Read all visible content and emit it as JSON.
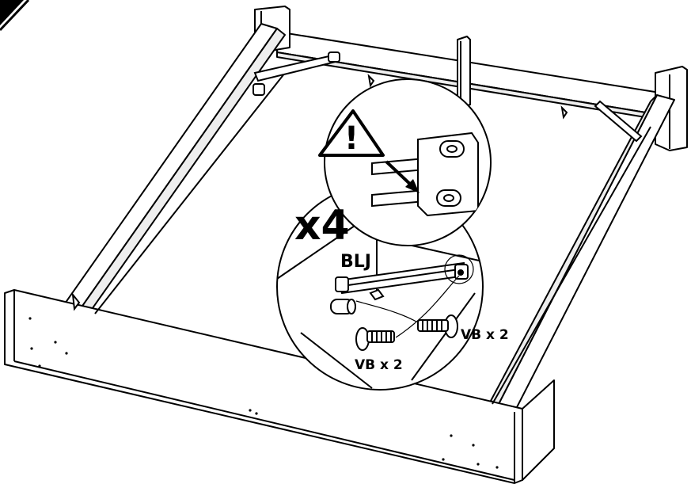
{
  "diagram": {
    "multiplier_label": "x4",
    "part_label": "BLJ",
    "screw_label_left": "VB  x 2",
    "screw_label_right": "VB  x 2",
    "warning_symbol": "!",
    "icons": [
      "warning-triangle-icon",
      "step-corner-marker-icon",
      "screw-icon",
      "bracket-icon",
      "cam-dowel-icon"
    ],
    "colors": {
      "line": "#000000",
      "paper": "#ffffff",
      "shade": "#d9d9d9"
    }
  }
}
